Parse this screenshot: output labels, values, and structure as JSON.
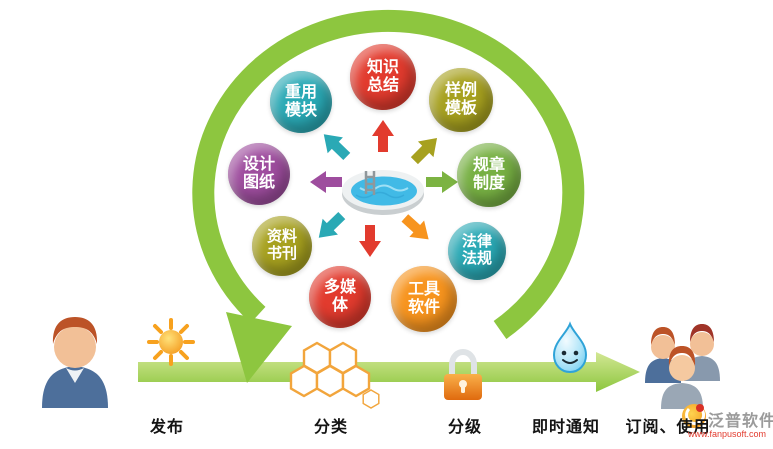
{
  "diagram": {
    "type": "knowledge-management-cycle",
    "ring_color": "#8dc63f",
    "flow_arrow_color": "#8cc63e",
    "center_icon": "knowledge-pool",
    "bubbles": [
      {
        "label": "知识\n总结",
        "color": "#e23b2e"
      },
      {
        "label": "样例\n模板",
        "color": "#a7a11f"
      },
      {
        "label": "规章\n制度",
        "color": "#77b043"
      },
      {
        "label": "法律\n法规",
        "color": "#2aa9b5"
      },
      {
        "label": "工具\n软件",
        "color": "#f7941e"
      },
      {
        "label": "多媒\n体",
        "color": "#e23b2e"
      },
      {
        "label": "资料\n书刊",
        "color": "#a7a11f"
      },
      {
        "label": "设计\n图纸",
        "color": "#9e4d9e"
      },
      {
        "label": "重用\n模块",
        "color": "#2aa9b5"
      }
    ],
    "radial_arrow_colors": [
      "#e23b2e",
      "#a7a11f",
      "#7cb342",
      "#f7941e",
      "#e23b2e",
      "#2aa9b5",
      "#9e4d9e",
      "#2aa9b5"
    ]
  },
  "steps": [
    {
      "label": "发布",
      "icon": "publisher-person-icon"
    },
    {
      "label": "分类",
      "icon": "hexagon-cluster-icon"
    },
    {
      "label": "分级",
      "icon": "lock-icon"
    },
    {
      "label": "即时通知",
      "icon": "water-drop-icon"
    },
    {
      "label": "订阅、使用",
      "icon": "user-group-icon"
    }
  ],
  "watermark": {
    "brand": "泛普软件",
    "url": "www.fanpusoft.com"
  }
}
